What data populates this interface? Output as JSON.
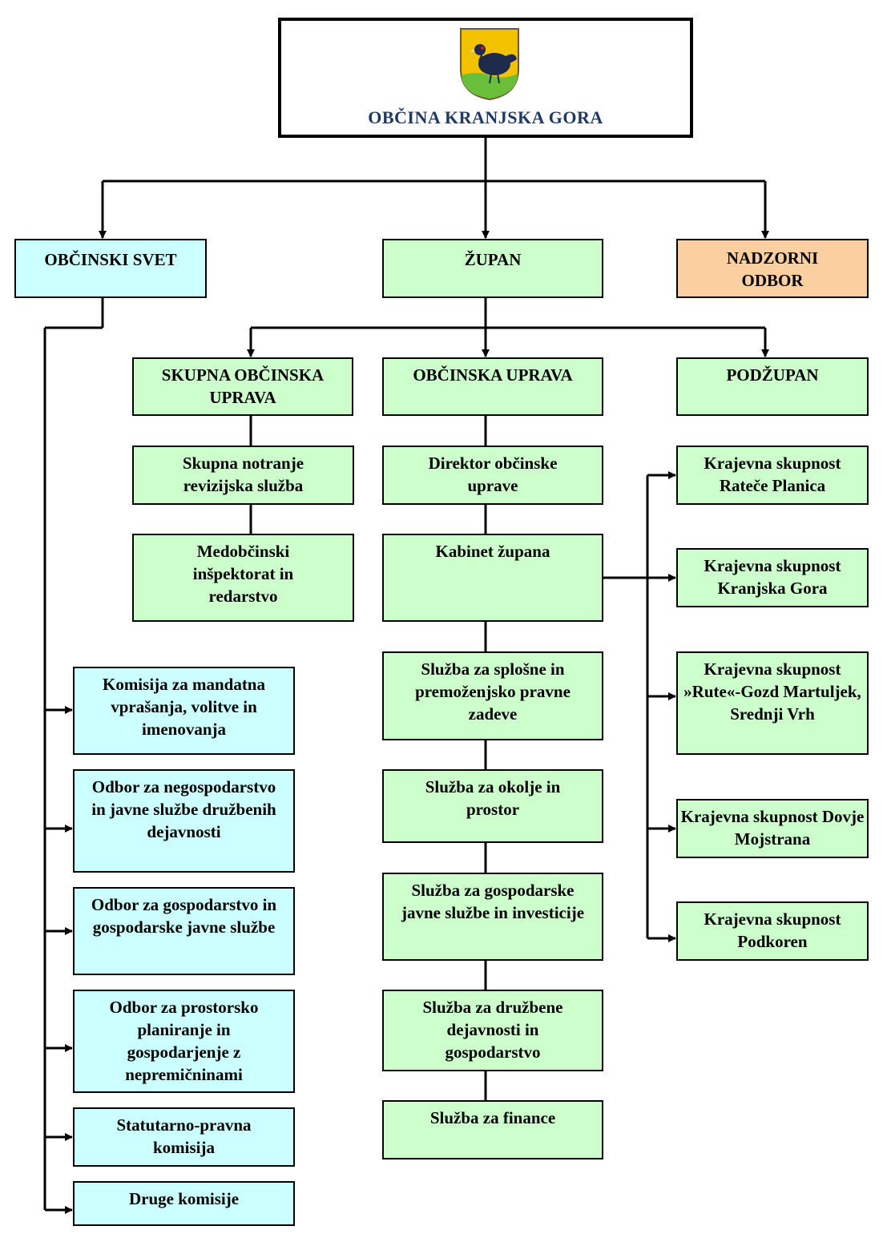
{
  "root": {
    "title": "OBČINA KRANJSKA GORA",
    "emblem": "coat-of-arms-capercaillie"
  },
  "level1": {
    "council": "OBČINSKI SVET",
    "mayor": "ŽUPAN",
    "supervisory": "NADZORNI ODBOR"
  },
  "level2": {
    "joint_admin": "SKUPNA OBČINSKA UPRAVA",
    "municipal_admin": "OBČINSKA UPRAVA",
    "deputy_mayor": "PODŽUPAN"
  },
  "joint_admin_units": [
    "Skupna notranje revizijska služba",
    "Medobčinski inšpektorat in redarstvo"
  ],
  "admin_units": [
    "Direktor občinske uprave",
    "Kabinet župana",
    "Služba za splošne in premoženjsko pravne zadeve",
    "Služba za okolje in prostor",
    "Služba za gospodarske javne službe in investicije",
    "Služba za družbene dejavnosti in gospodarstvo",
    "Služba za finance"
  ],
  "local_communities": [
    "Krajevna skupnost Rateče Planica",
    "Krajevna skupnost Kranjska Gora",
    "Krajevna skupnost »Rute«-Gozd Martuljek, Srednji Vrh",
    "Krajevna skupnost Dovje Mojstrana",
    "Krajevna skupnost Podkoren"
  ],
  "council_bodies": [
    "Komisija za mandatna vprašanja, volitve in imenovanja",
    "Odbor za negospodarstvo in javne službe družbenih dejavnosti",
    "Odbor za gospodarstvo in gospodarske javne službe",
    "Odbor za prostorsko planiranje in gospodarjenje z nepremičninami",
    "Statutarno-pravna komisija",
    "Druge komisije"
  ],
  "colors": {
    "green": "#ccffcc",
    "cyan": "#ccffff",
    "orange": "#fbcfa0",
    "title_blue": "#1f3864"
  }
}
